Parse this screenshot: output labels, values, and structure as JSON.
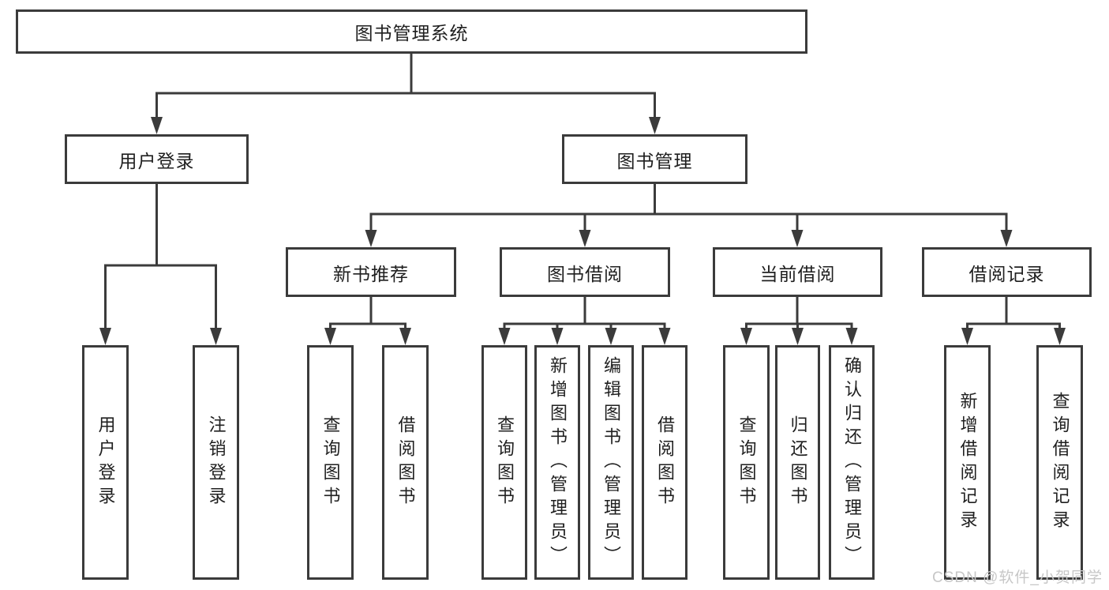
{
  "diagram": {
    "title": "图书管理系统",
    "colors": {
      "line": "#3b3b3b",
      "text": "#1f1f1f",
      "watermark": "#c7c7c7"
    },
    "nodes": {
      "root": {
        "label": "图书管理系统"
      },
      "user_login": {
        "label": "用户登录"
      },
      "book_management": {
        "label": "图书管理"
      },
      "new_book_recommend": {
        "label": "新书推荐"
      },
      "book_borrow": {
        "label": "图书借阅"
      },
      "current_borrow": {
        "label": "当前借阅"
      },
      "borrow_records": {
        "label": "借阅记录"
      }
    },
    "leaves": [
      {
        "label": "用户登录",
        "parent": "用户登录"
      },
      {
        "label": "注销登录",
        "parent": "用户登录"
      },
      {
        "label": "查询图书",
        "parent": "新书推荐"
      },
      {
        "label": "借阅图书",
        "parent": "新书推荐"
      },
      {
        "label": "查询图书",
        "parent": "图书借阅"
      },
      {
        "label": "新增图书（管理员）",
        "parent": "图书借阅"
      },
      {
        "label": "编辑图书（管理员）",
        "parent": "图书借阅"
      },
      {
        "label": "借阅图书",
        "parent": "图书借阅"
      },
      {
        "label": "查询图书",
        "parent": "当前借阅"
      },
      {
        "label": "归还图书",
        "parent": "当前借阅"
      },
      {
        "label": "确认归还（管理员）",
        "parent": "当前借阅"
      },
      {
        "label": "新增借阅记录",
        "parent": "借阅记录"
      },
      {
        "label": "查询借阅记录",
        "parent": "借阅记录"
      }
    ],
    "watermark": "CSDN @软件_小贺同学"
  }
}
